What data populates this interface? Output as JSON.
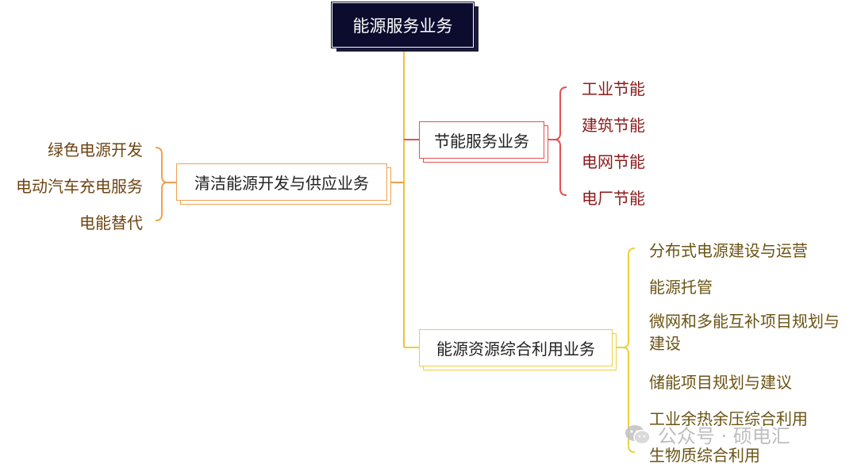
{
  "root": {
    "label": "能源服务业务"
  },
  "branches": {
    "energy_saving": {
      "label": "节能服务业务",
      "color": "#e55050",
      "items": [
        "工业节能",
        "建筑节能",
        "电网节能",
        "电厂节能"
      ]
    },
    "clean_energy": {
      "label": "清洁能源开发与供应业务",
      "color": "#f0a050",
      "items": [
        "绿色电源开发",
        "电动汽车充电服务",
        "电能替代"
      ]
    },
    "integrated": {
      "label": "能源资源综合利用业务",
      "color": "#ecd040",
      "items": [
        "分布式电源建设与运营",
        "能源托管",
        "微网和多能互补项目规划与建设",
        "储能项目规划与建议",
        "工业余热余压综合利用",
        "生物质综合利用"
      ]
    }
  },
  "trunk_color": "#f2c230",
  "watermark": {
    "text": "公众号 · 硕电汇",
    "icon": "wechat-icon"
  }
}
